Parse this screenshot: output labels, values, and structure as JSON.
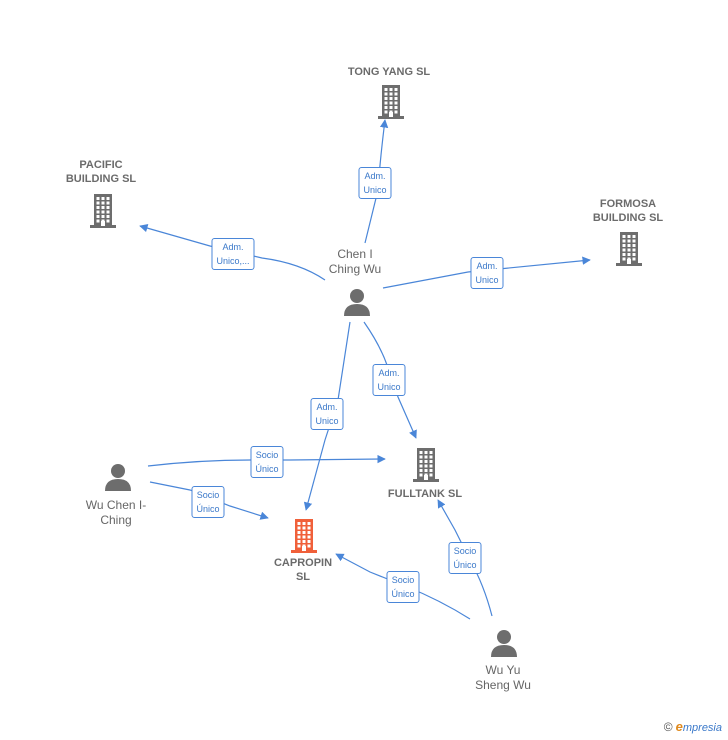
{
  "colors": {
    "edge": "#4a86d8",
    "node": "#6d6d6d",
    "focus": "#f0603a"
  },
  "nodes": [
    {
      "id": "tongyang",
      "kind": "company",
      "label": "TONG YANG SL",
      "focus": false
    },
    {
      "id": "pacific",
      "kind": "company",
      "label": "PACIFIC\nBUILDING  SL",
      "focus": false
    },
    {
      "id": "formosa",
      "kind": "company",
      "label": "FORMOSA\nBUILDING  SL",
      "focus": false
    },
    {
      "id": "chen",
      "kind": "person",
      "label": "Chen I\nChing Wu",
      "focus": false
    },
    {
      "id": "fulltank",
      "kind": "company",
      "label": "FULLTANK  SL",
      "focus": false
    },
    {
      "id": "wuchen",
      "kind": "person",
      "label": "Wu Chen I-\nChing",
      "focus": false
    },
    {
      "id": "capropin",
      "kind": "company",
      "label": "CAPROPIN\nSL",
      "focus": true
    },
    {
      "id": "wuyu",
      "kind": "person",
      "label": "Wu Yu\nSheng Wu",
      "focus": false
    }
  ],
  "edges": [
    {
      "from": "chen",
      "to": "tongyang",
      "label": "Adm.\nUnico"
    },
    {
      "from": "chen",
      "to": "pacific",
      "label": "Adm.\nUnico,..."
    },
    {
      "from": "chen",
      "to": "formosa",
      "label": "Adm.\nUnico"
    },
    {
      "from": "chen",
      "to": "fulltank",
      "label": "Adm.\nUnico"
    },
    {
      "from": "chen",
      "to": "capropin",
      "label": "Adm.\nUnico"
    },
    {
      "from": "wuchen",
      "to": "fulltank",
      "label": "Socio\nÚnico"
    },
    {
      "from": "wuchen",
      "to": "capropin",
      "label": "Socio\nÚnico"
    },
    {
      "from": "wuyu",
      "to": "fulltank",
      "label": "Socio\nÚnico"
    },
    {
      "from": "wuyu",
      "to": "capropin",
      "label": "Socio\nÚnico"
    }
  ],
  "brand": {
    "copyright": "©",
    "first_letter": "e",
    "rest": "mpresia"
  }
}
